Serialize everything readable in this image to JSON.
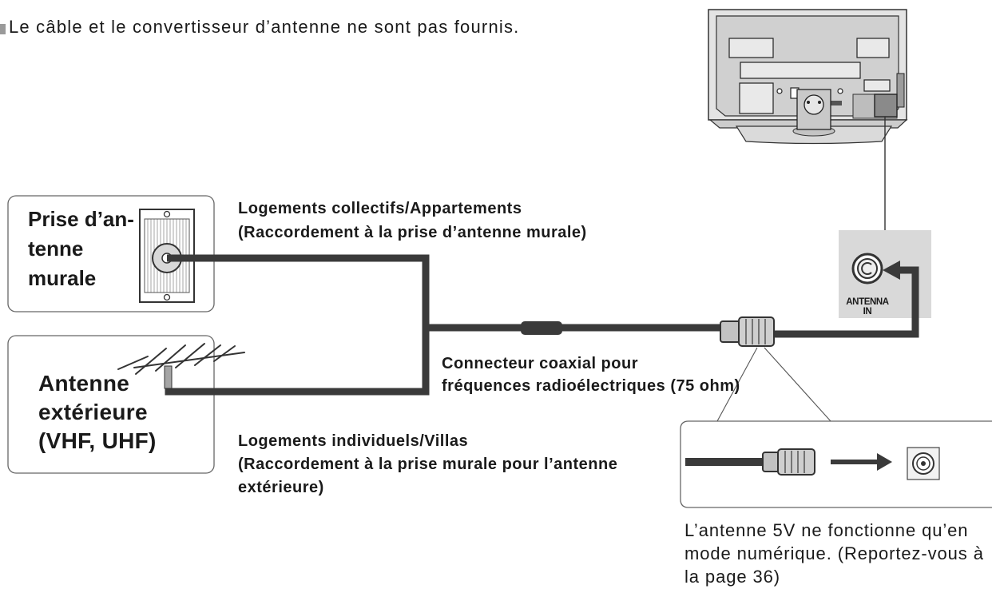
{
  "note": {
    "bullet_icon": "square-bullet-icon",
    "text": "Le câble et le convertisseur d’antenne ne sont pas fournis."
  },
  "wall_outlet": {
    "icon": "wall-antenna-socket-icon",
    "lines": [
      "Prise d’an-",
      "tenne",
      "murale"
    ]
  },
  "outdoor_antenna": {
    "icon": "yagi-antenna-icon",
    "lines": [
      "Antenne",
      "extérieure",
      "(VHF, UHF)"
    ]
  },
  "apartments": {
    "lines": [
      "Logements collectifs/Appartements",
      "(Raccordement à la prise d’antenne murale)"
    ]
  },
  "coax_connector": {
    "lines": [
      "Connecteur coaxial pour",
      "fréquences radioélectriques (75 ohm)"
    ]
  },
  "houses": {
    "lines": [
      "Logements individuels/Villas",
      "(Raccordement à la prise murale pour l’antenne",
      "extérieure)"
    ]
  },
  "tv_input": {
    "icon": "antenna-jack-icon",
    "lines": [
      "ANTENNA",
      "IN"
    ]
  },
  "tv": {
    "icon": "tv-rear-icon"
  },
  "footnote": {
    "lines": [
      "L’antenne 5V ne fonctionne qu’en",
      "mode numérique. (Reportez-vous à",
      "la page 36)"
    ]
  },
  "colors": {
    "cable": "#3a3a3a",
    "panel": "#d9d9d9",
    "box": "#666666",
    "text": "#1a1a1a"
  }
}
